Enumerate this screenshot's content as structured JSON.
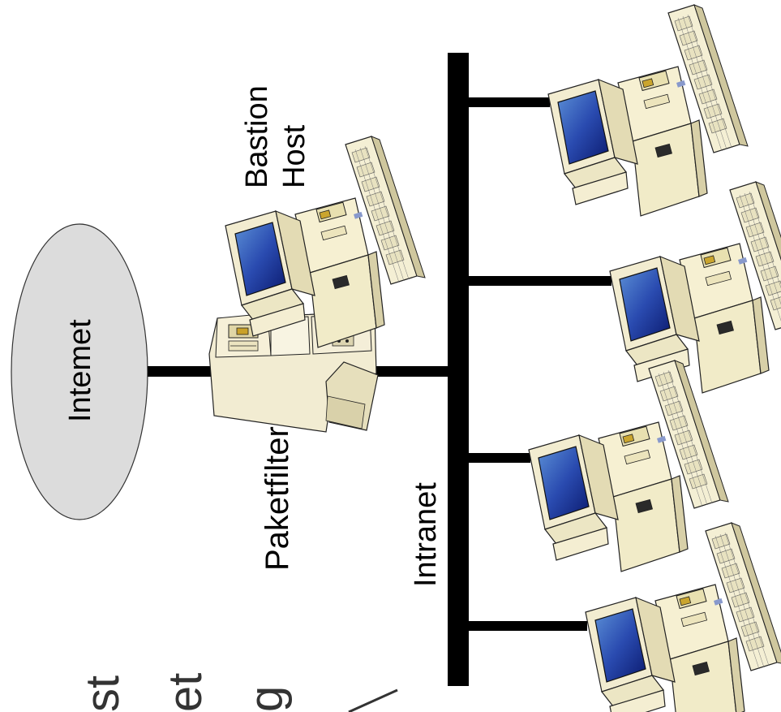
{
  "labels": {
    "internet": "Intemet",
    "paketfilter": "Paketfilter",
    "bastion_line1": "Bastion",
    "bastion_line2": "Host",
    "intranet": "Intranet"
  },
  "cut_text": {
    "line1": "st",
    "line2": "et",
    "line3": "g",
    "line4": "/"
  },
  "colors": {
    "cloud": "#dcdcdc",
    "bus": "#000000",
    "case": "#f6f0d2",
    "screen_dark": "#0b1a6e",
    "screen_light": "#5b8fd6"
  }
}
